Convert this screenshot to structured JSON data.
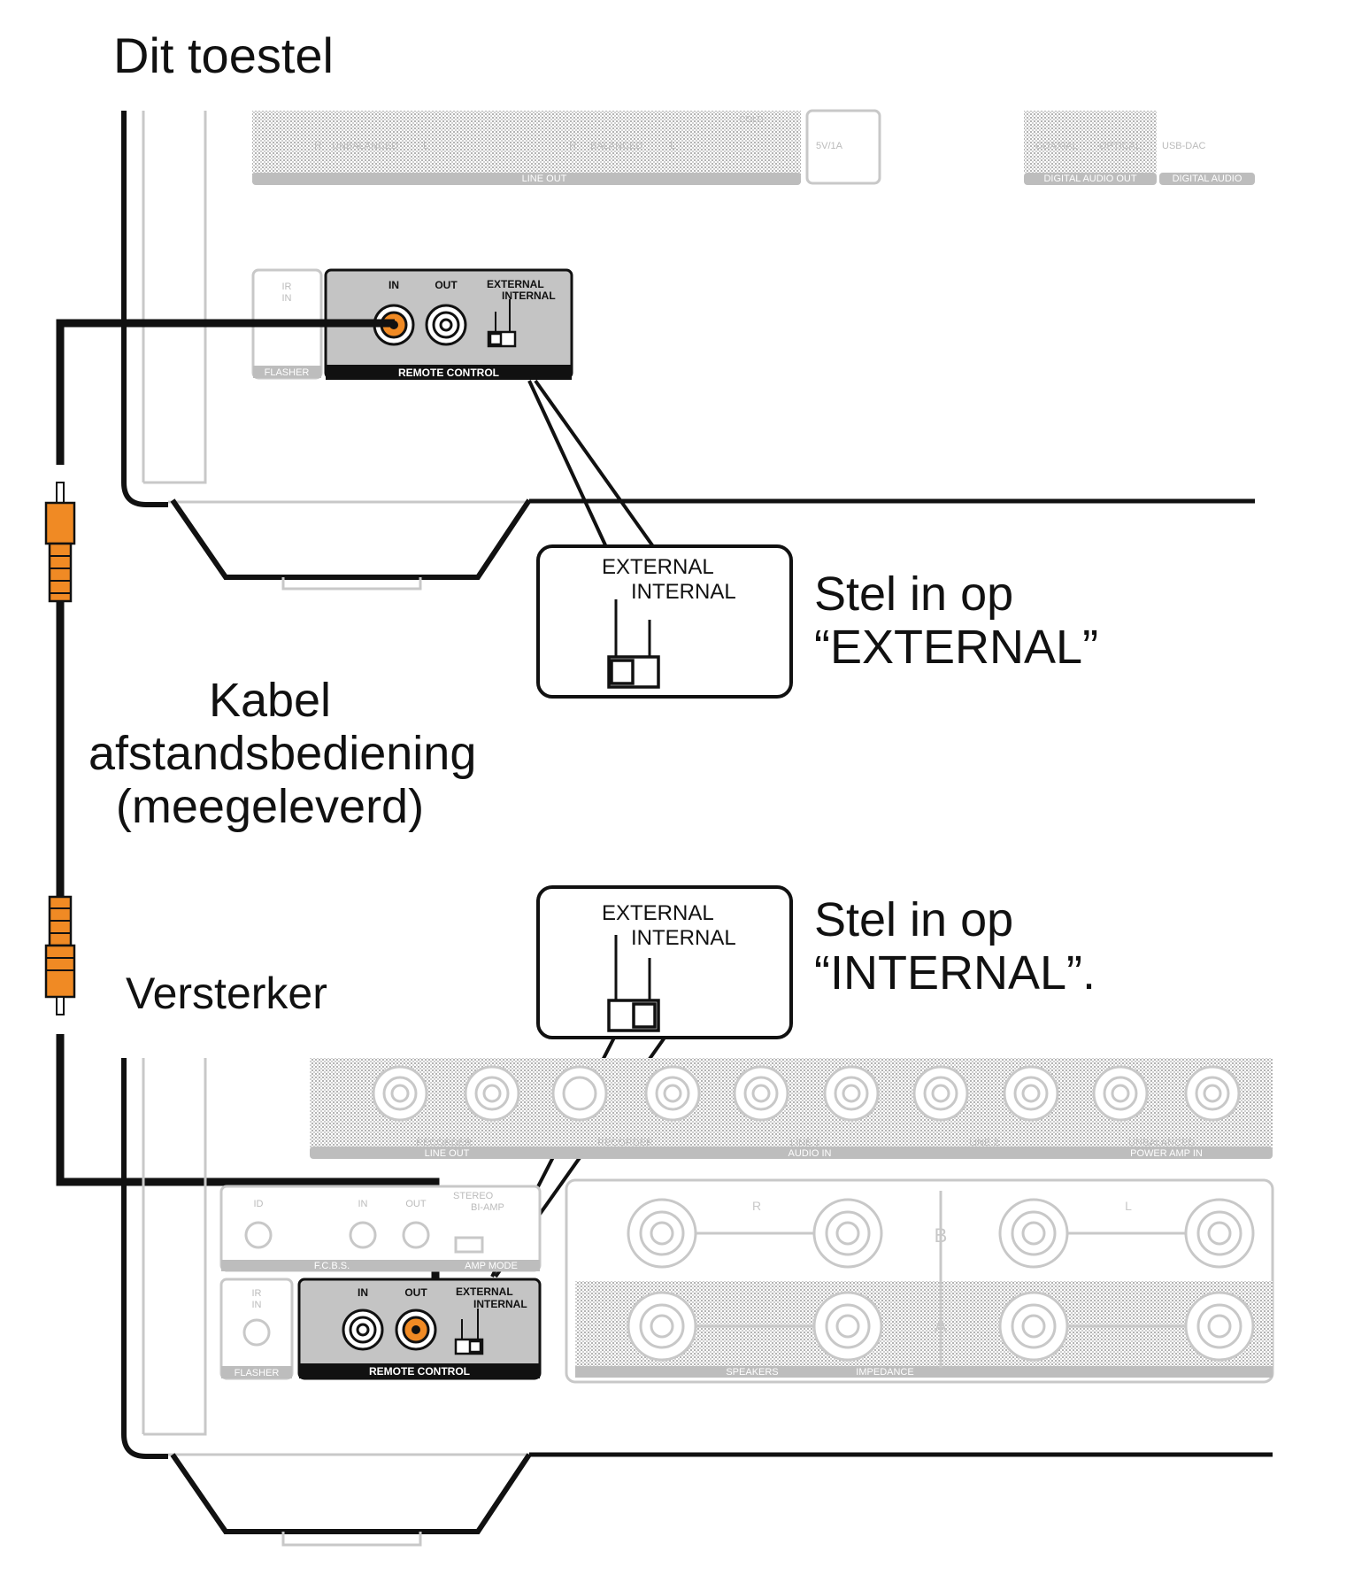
{
  "labels": {
    "this_device": "Dit toestel",
    "amplifier": "Versterker",
    "cable_line1": "Kabel",
    "cable_line2": "afstandsbediening",
    "cable_line3": "(meegeleverd)",
    "set_external_line1": "Stel in op",
    "set_external_line2": "“EXTERNAL”",
    "set_internal_line1": "Stel in op",
    "set_internal_line2": "“INTERNAL”."
  },
  "top_device": {
    "panel_labels": {
      "unbalanced": "UNBALANCED",
      "balanced": "BALANCED",
      "cold": "COLD",
      "line_out": "LINE OUT",
      "usb_power": "5V/1A",
      "coaxial": "COAXIAL",
      "optical": "OPTICAL",
      "usb_dac": "USB-DAC",
      "digital_audio_out": "DIGITAL AUDIO OUT",
      "digital_audio": "DIGITAL AUDIO",
      "ir_in_1": "IR",
      "ir_in_2": "IN",
      "flasher": "FLASHER",
      "r": "R",
      "l": "L"
    },
    "remote": {
      "in": "IN",
      "out": "OUT",
      "external": "EXTERNAL",
      "internal": "INTERNAL",
      "title": "REMOTE CONTROL"
    }
  },
  "bottom_device": {
    "panel_labels": {
      "recorder": "RECORDER",
      "line_out": "LINE OUT",
      "line1": "LINE 1",
      "line2": "LINE 2",
      "audio_in": "AUDIO IN",
      "unbalanced": "UNBALANCED",
      "power_amp_in": "POWER AMP IN",
      "id": "ID",
      "in": "IN",
      "out": "OUT",
      "fcbs": "F.C.B.S.",
      "stereo": "STEREO",
      "bi_amp": "BI-AMP",
      "amp_mode": "AMP MODE",
      "ir_in_1": "IR",
      "ir_in_2": "IN",
      "flasher": "FLASHER",
      "speakers": "SPEAKERS",
      "impedance": "IMPEDANCE",
      "b": "B",
      "a": "A",
      "r": "R",
      "l": "L"
    },
    "remote": {
      "in": "IN",
      "out": "OUT",
      "external": "EXTERNAL",
      "internal": "INTERNAL",
      "title": "REMOTE CONTROL"
    }
  },
  "callout_external": {
    "external": "EXTERNAL",
    "internal": "INTERNAL",
    "position": "EXTERNAL"
  },
  "callout_internal": {
    "external": "EXTERNAL",
    "internal": "INTERNAL",
    "position": "INTERNAL"
  },
  "colors": {
    "cable_plug": "#f08a24",
    "panel_gray": "#bdbdbd",
    "line": "#111111"
  }
}
